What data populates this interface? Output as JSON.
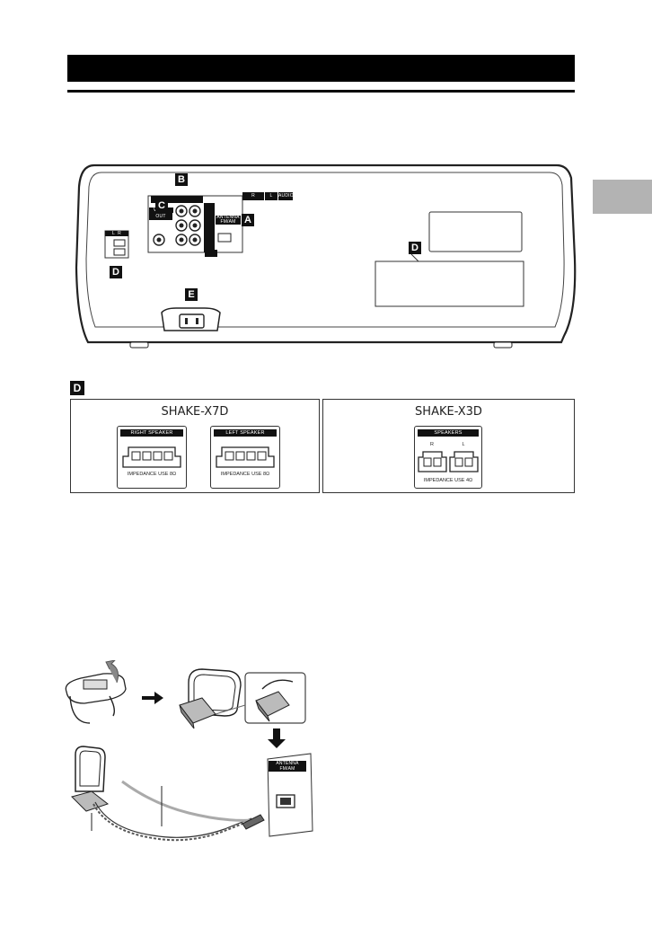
{
  "callouts": {
    "a": "A",
    "b": "B",
    "c": "C",
    "d_left": "D",
    "d_right": "D",
    "e": "E",
    "d_section": "D"
  },
  "rear_panel_labels": {
    "audio_r": "R",
    "audio_l": "L",
    "audio": "AUDIO",
    "video_out": "VIDEO OUT",
    "antenna": "ANTENNA FM/AM",
    "speaker_side": "L  R"
  },
  "speaker_panels": {
    "x7d": {
      "title": "SHAKE-X7D",
      "right_label": "RIGHT SPEAKER",
      "left_label": "LEFT SPEAKER",
      "right_impedance": "IMPEDANCE USE 8Ω",
      "left_impedance": "IMPEDANCE USE 8Ω"
    },
    "x3d": {
      "title": "SHAKE-X3D",
      "label": "SPEAKERS",
      "r": "R",
      "l": "L",
      "impedance": "IMPEDANCE USE 4Ω"
    }
  },
  "antenna_figure": {
    "jack_label_line1": "ANTENNA",
    "jack_label_line2": "FM/AM"
  }
}
